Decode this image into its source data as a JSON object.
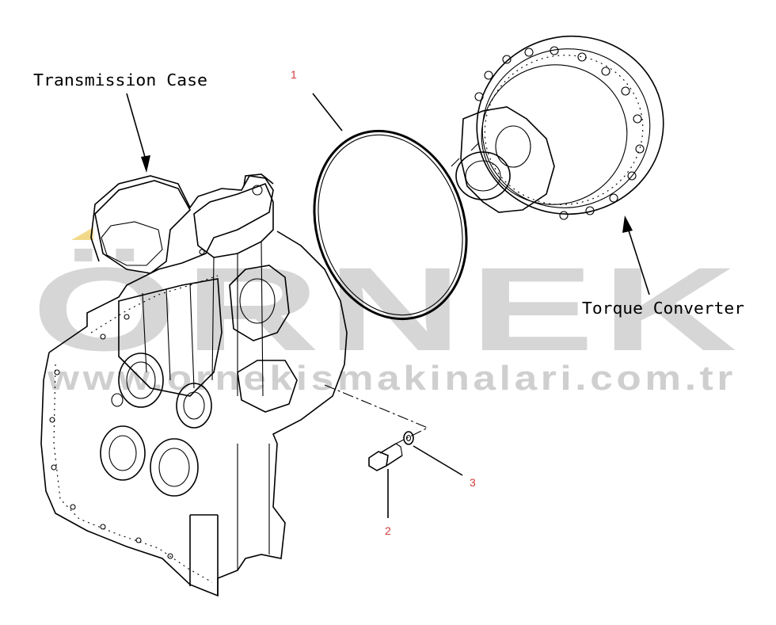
{
  "labels": {
    "transmission_case": "Transmission Case",
    "torque_converter": "Torque Converter"
  },
  "callouts": {
    "part1": "1",
    "part2": "2",
    "part3": "3"
  },
  "watermark": {
    "brand": "ÖRNEK",
    "url": "www.ornekismakinalari.com.tr"
  },
  "colors": {
    "callout": "#d23b3b",
    "watermark": "#d6d6d6",
    "watermark_accent": "#f2d98a",
    "line": "#000000"
  }
}
